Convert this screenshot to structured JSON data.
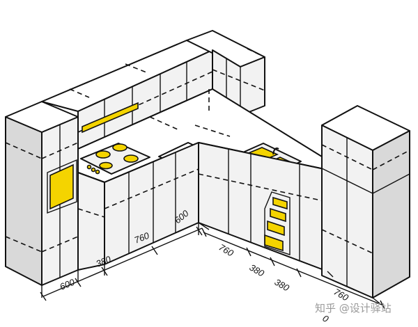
{
  "dimensions": {
    "left_wall": [
      "600",
      "380",
      "760",
      "600"
    ],
    "right_wall": [
      "760",
      "380",
      "380",
      "760"
    ],
    "cut_digit": "0"
  },
  "watermark": "知乎 @设计驿站",
  "colors": {
    "appliance_yellow": "#f4d400",
    "tall_unit_face": "#d9d9d9",
    "cabinet_light": "#f2f2f2",
    "line": "#111111"
  }
}
